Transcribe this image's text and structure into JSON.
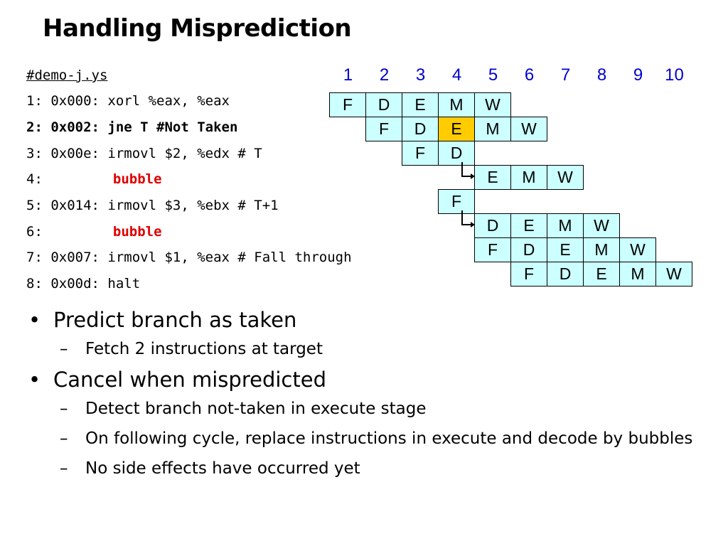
{
  "title": "Handling Misprediction",
  "code": {
    "file": "#demo-j.ys",
    "lines": [
      {
        "label": "1: 0x000:",
        "text": " xorl %eax, %eax"
      },
      {
        "label": "2: 0x002:",
        "text": " jne T #Not Taken"
      },
      {
        "label": "3: 0x00e:",
        "text": " irmovl $2, %edx # T"
      },
      {
        "label": "4:",
        "text": "bubble"
      },
      {
        "label": "5: 0x014:",
        "text": " irmovl $3, %ebx # T+1"
      },
      {
        "label": "6:",
        "text": "bubble"
      },
      {
        "label": "7: 0x007:",
        "text": " irmovl $1, %eax # Fall through"
      },
      {
        "label": "8: 0x00d:",
        "text": " halt"
      }
    ]
  },
  "pipeline": {
    "cycles": [
      "1",
      "2",
      "3",
      "4",
      "5",
      "6",
      "7",
      "8",
      "9",
      "10"
    ],
    "stages": {
      "fetch": "F",
      "decode": "D",
      "execute": "E",
      "memory": "M",
      "writeback": "W"
    },
    "highlight_color": "#ffcc00",
    "cell_color": "#ccffff",
    "cycle_label_color": "#0000cc",
    "bubble_color": "#e00000"
  },
  "bullets": [
    {
      "text": "Predict branch as taken",
      "sub": [
        "Fetch 2 instructions at target"
      ]
    },
    {
      "text": "Cancel when mispredicted",
      "sub": [
        "Detect branch not-taken in execute stage",
        "On following cycle, replace instructions in execute and decode by bubbles",
        "No side effects have occurred yet"
      ]
    }
  ],
  "marks": {
    "bullet": "•",
    "dash": "–"
  }
}
